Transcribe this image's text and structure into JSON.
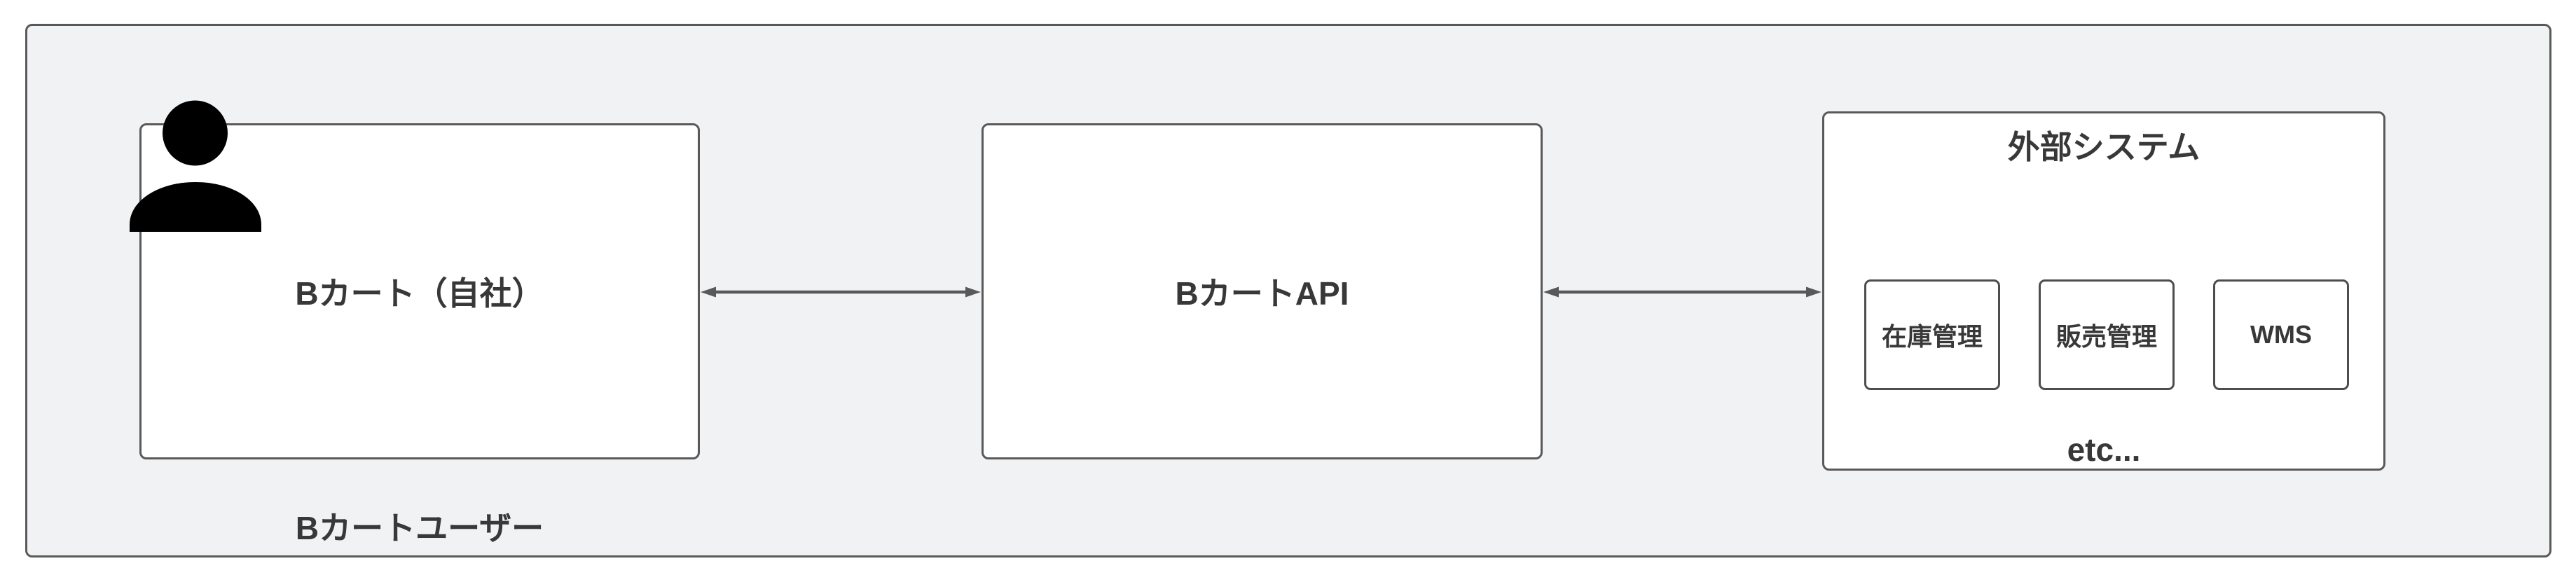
{
  "diagram": {
    "colors": {
      "canvas_bg": "#ffffff",
      "container_bg": "#f1f2f4",
      "node_bg": "#ffffff",
      "border": "#595959",
      "inner_border": "#4d4d4d",
      "text": "#383838",
      "icon": "#000000"
    },
    "left_node": {
      "label": "Bカート（自社）",
      "caption": "Bカートユーザー",
      "icon": "person-icon"
    },
    "center_node": {
      "label": "BカートAPI"
    },
    "right_node": {
      "title": "外部システム",
      "systems": [
        "在庫管理",
        "販売管理",
        "WMS"
      ],
      "more": "etc..."
    }
  }
}
